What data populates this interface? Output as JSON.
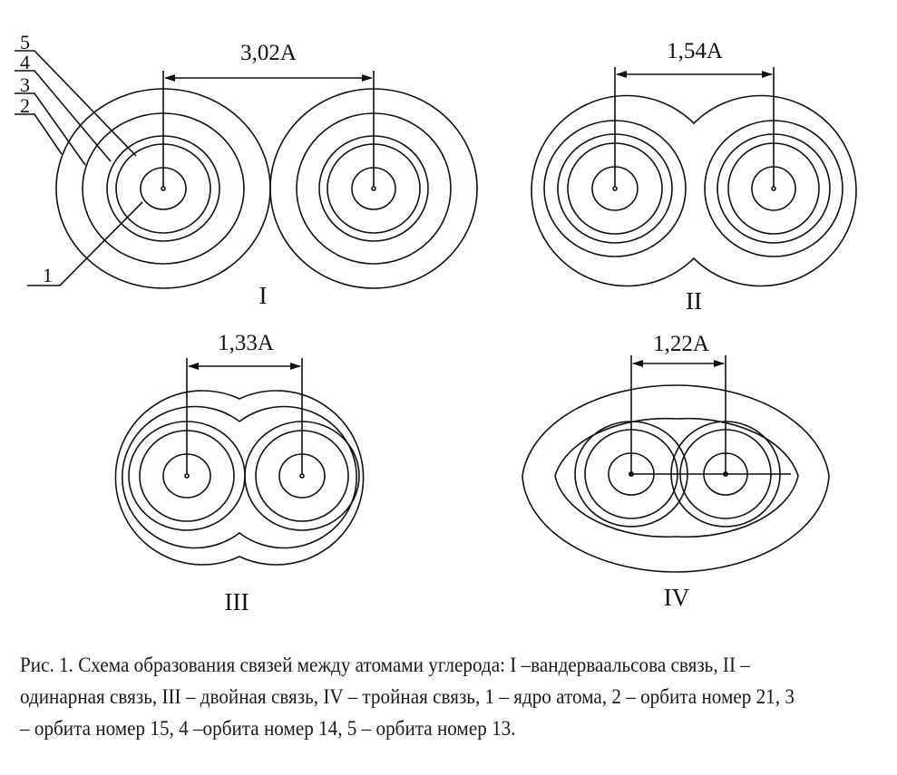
{
  "labels": {
    "n1": "1",
    "n2": "2",
    "n3": "3",
    "n4": "4",
    "n5": "5"
  },
  "panels": [
    {
      "roman": "I",
      "distance": "3,02А"
    },
    {
      "roman": "II",
      "distance": "1,54А"
    },
    {
      "roman": "III",
      "distance": "1,33А"
    },
    {
      "roman": "IV",
      "distance": "1,22А"
    }
  ],
  "caption": "Рис. 1. Схема образования связей между атомами углерода: I –вандерваальсова связь, II – одинарная связь, III – двойная связь, IV – тройная связь, 1 – ядро атома, 2 – орбита номер 21, 3 – орбита номер 15, 4 –орбита номер 14, 5 – орбита номер 13."
}
